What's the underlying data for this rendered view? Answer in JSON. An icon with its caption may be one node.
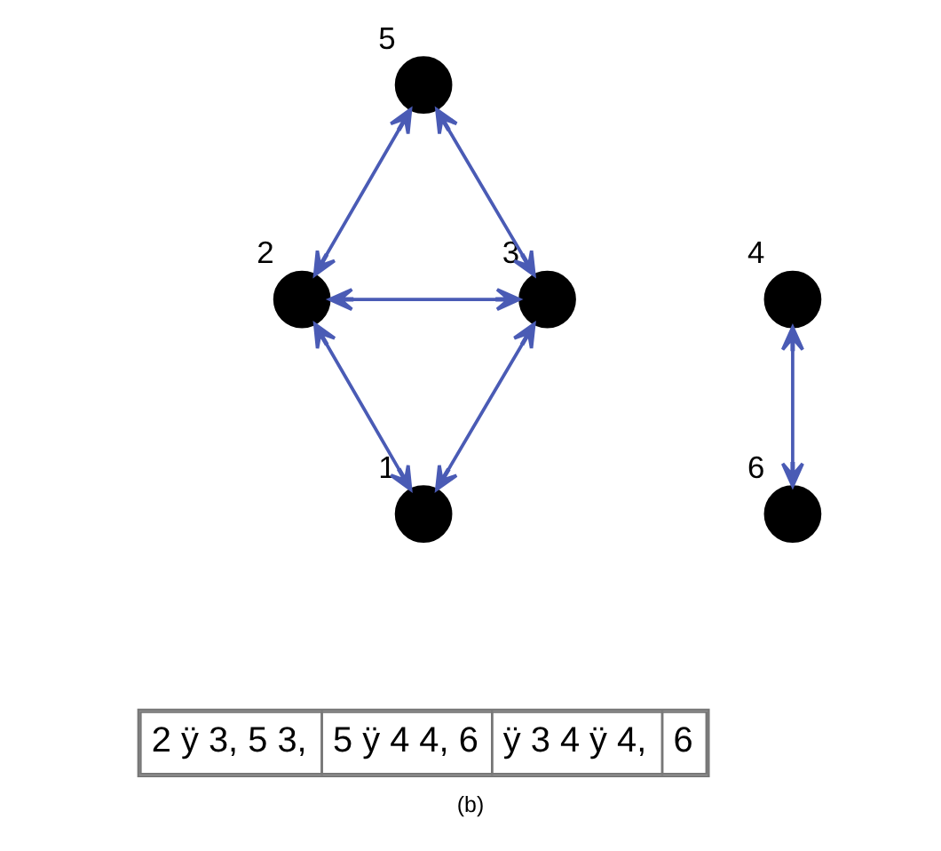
{
  "diagram": {
    "caption": "(b)",
    "nodes": [
      {
        "text": [],
        "shape": "circle",
        "beside": [
          "5"
        ]
      },
      {
        "text": [],
        "shape": "circle",
        "beside": [
          "2"
        ]
      },
      {
        "text": [],
        "shape": "circle",
        "beside": [
          "3"
        ]
      },
      {
        "text": [],
        "shape": "circle",
        "beside": [
          "4"
        ]
      },
      {
        "text": [],
        "shape": "circle",
        "beside": [
          "1"
        ]
      },
      {
        "text": [],
        "shape": "circle",
        "beside": [
          "6"
        ]
      }
    ],
    "edges": [
      {
        "from": 1,
        "to": 0,
        "arrow": "both"
      },
      {
        "from": 0,
        "to": 2,
        "arrow": "both"
      },
      {
        "from": 1,
        "to": 2,
        "arrow": "both"
      },
      {
        "from": 1,
        "to": 4,
        "arrow": "both"
      },
      {
        "from": 2,
        "to": 4,
        "arrow": "both"
      },
      {
        "from": 3,
        "to": 5,
        "arrow": "both"
      }
    ],
    "labels": [
      "2 ÿ 3, 5 3,",
      "5 ÿ 4 4, 6",
      "ÿ 3 4 ÿ 4,",
      "6"
    ]
  }
}
